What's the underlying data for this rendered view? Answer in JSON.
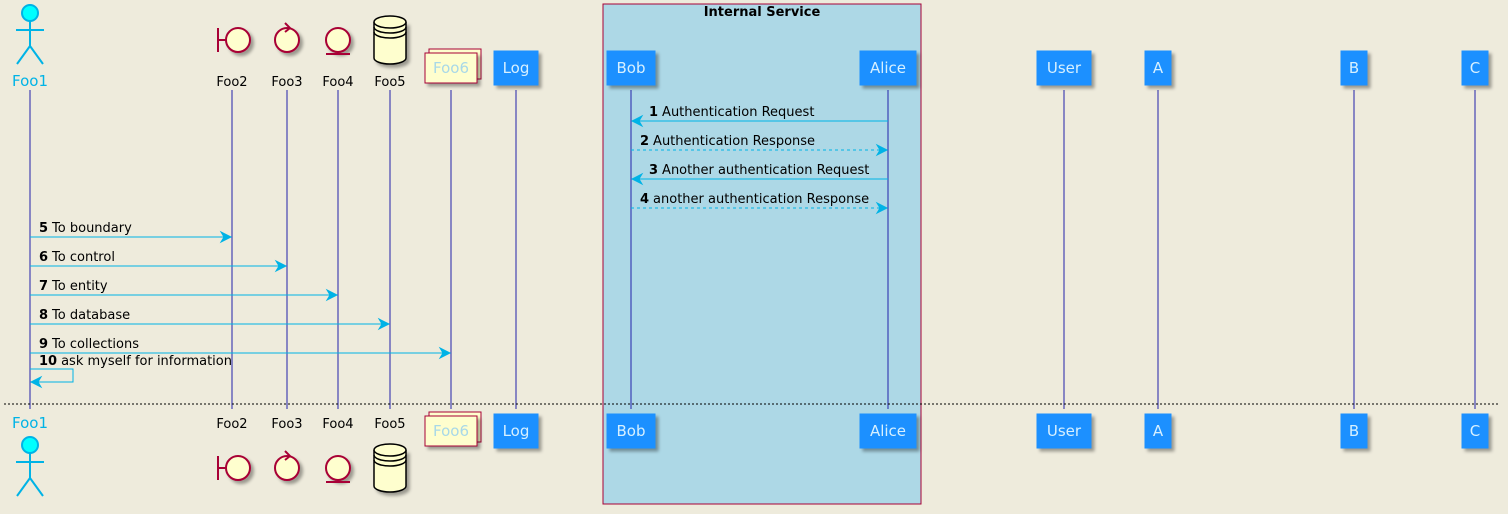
{
  "group": {
    "title": "Internal Service"
  },
  "participants": [
    {
      "id": "foo1",
      "label": "Foo1",
      "kind": "actor"
    },
    {
      "id": "foo2",
      "label": "Foo2",
      "kind": "boundary"
    },
    {
      "id": "foo3",
      "label": "Foo3",
      "kind": "control"
    },
    {
      "id": "foo4",
      "label": "Foo4",
      "kind": "entity"
    },
    {
      "id": "foo5",
      "label": "Foo5",
      "kind": "database"
    },
    {
      "id": "foo6",
      "label": "Foo6",
      "kind": "collections"
    },
    {
      "id": "log",
      "label": "Log",
      "kind": "box"
    },
    {
      "id": "bob",
      "label": "Bob",
      "kind": "box"
    },
    {
      "id": "alice",
      "label": "Alice",
      "kind": "box"
    },
    {
      "id": "user",
      "label": "User",
      "kind": "box"
    },
    {
      "id": "a",
      "label": "A",
      "kind": "box"
    },
    {
      "id": "b",
      "label": "B",
      "kind": "box"
    },
    {
      "id": "c",
      "label": "C",
      "kind": "box"
    }
  ],
  "messages": [
    {
      "num": "1",
      "text": "Authentication Request",
      "from": "alice",
      "to": "bob",
      "dashed": false
    },
    {
      "num": "2",
      "text": "Authentication Response",
      "from": "bob",
      "to": "alice",
      "dashed": true
    },
    {
      "num": "3",
      "text": "Another authentication Request",
      "from": "alice",
      "to": "bob",
      "dashed": false
    },
    {
      "num": "4",
      "text": "another authentication Response",
      "from": "bob",
      "to": "alice",
      "dashed": true
    },
    {
      "num": "5",
      "text": "To boundary",
      "from": "foo1",
      "to": "foo2",
      "dashed": false
    },
    {
      "num": "6",
      "text": "To control",
      "from": "foo1",
      "to": "foo3",
      "dashed": false
    },
    {
      "num": "7",
      "text": "To entity",
      "from": "foo1",
      "to": "foo4",
      "dashed": false
    },
    {
      "num": "8",
      "text": "To database",
      "from": "foo1",
      "to": "foo5",
      "dashed": false
    },
    {
      "num": "9",
      "text": "To collections",
      "from": "foo1",
      "to": "foo6",
      "dashed": false
    },
    {
      "num": "10",
      "text": "ask myself for information",
      "from": "foo1",
      "to": "foo1",
      "dashed": false
    }
  ],
  "colors": {
    "background": "#EEEBDC",
    "arrow": "#00B3E6",
    "lifeline": "#2222AA",
    "participant_fill": "#1E90FF",
    "participant_text": "#D7F0FF",
    "actor_fill": "#00FFFF",
    "actor_stroke": "#00B3E6",
    "actor_text": "#00B3E6",
    "shape_fill": "#FEFECE",
    "shape_stroke": "#A80036",
    "collections_text": "#A8D8E8",
    "group_fill": "#ADD8E6",
    "group_border": "#A80036"
  }
}
